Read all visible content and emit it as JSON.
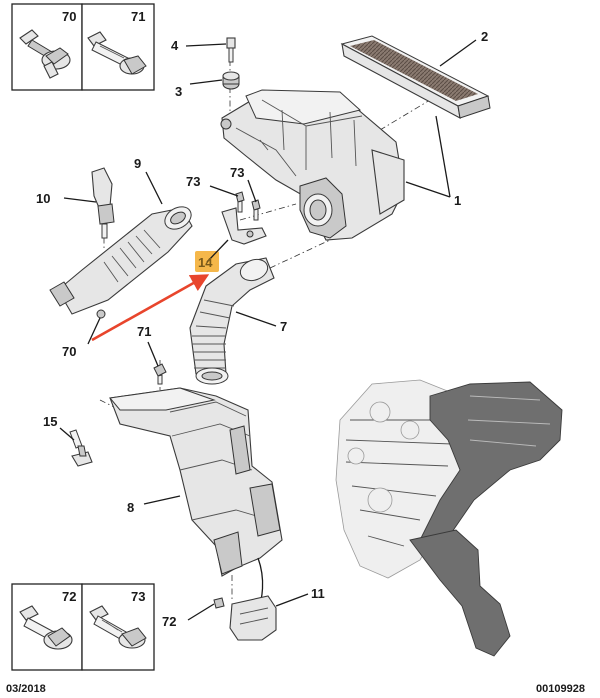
{
  "callouts": {
    "c1": "1",
    "c2": "2",
    "c3": "3",
    "c4": "4",
    "c7": "7",
    "c8": "8",
    "c9": "9",
    "c10": "10",
    "c11": "11",
    "c14": "14",
    "c15": "15",
    "c70": "70",
    "c71": "71",
    "c72": "72",
    "c73a": "73",
    "c73b": "73"
  },
  "boxes": {
    "b70": "70",
    "b71": "71",
    "b72": "72",
    "b73": "73"
  },
  "footer": {
    "date": "03/2018",
    "ref": "00109928"
  },
  "colors": {
    "highlight": "#f5b74a",
    "arrow": "#e8452c"
  }
}
